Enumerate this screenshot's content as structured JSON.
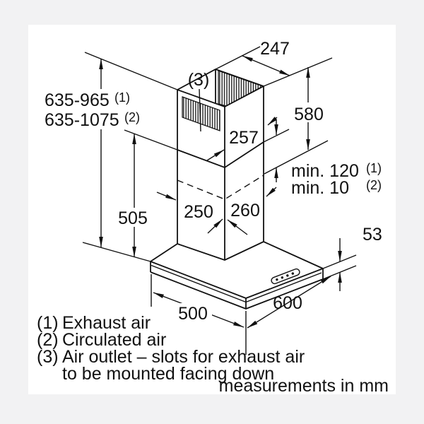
{
  "drawing": {
    "background": "#f2f2f3",
    "paper": "#ffffff",
    "ink": "#111111"
  },
  "dims": {
    "total_exhaust": "635-965",
    "total_exhaust_sup": "(1)",
    "total_circulated": "635-1075",
    "total_circulated_sup": "(2)",
    "top_depth": "247",
    "upper_height": "580",
    "upper_width": "257",
    "min_exhaust": "min. 120",
    "min_exhaust_sup": "(1)",
    "min_circulated": "min. 10",
    "min_circulated_sup": "(2)",
    "lower_height": "505",
    "duct_depth": "250",
    "duct_width": "260",
    "body_height": "53",
    "body_depth": "500",
    "body_width": "600",
    "outlet_ref": "(3)"
  },
  "legend": {
    "item1_key": "(1)",
    "item1_text": "Exhaust air",
    "item2_key": "(2)",
    "item2_text": "Circulated air",
    "item3_key": "(3)",
    "item3_text": "Air outlet – slots for exhaust air",
    "item3_cont": "to be mounted facing down",
    "units": "measurements in mm"
  }
}
